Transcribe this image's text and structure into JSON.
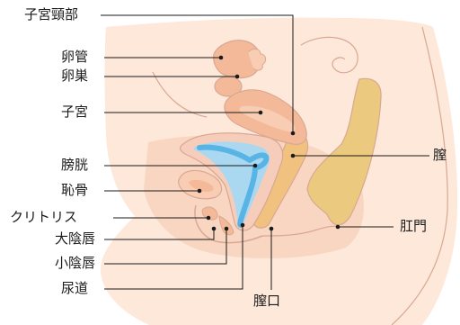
{
  "labels": {
    "cervix": "子宮頸部",
    "fallopian_tube": "卵管",
    "ovary": "卵巣",
    "uterus": "子宮",
    "bladder": "膀胱",
    "pubic_bone": "恥骨",
    "clitoris": "クリトリス",
    "labia_majora": "大陰唇",
    "labia_minora": "小陰唇",
    "urethra": "尿道",
    "vaginal_opening": "膣口",
    "vagina": "膣",
    "anus": "肛門"
  },
  "colors": {
    "skin": "#fde8da",
    "skin_deep": "#f9d6c2",
    "outline": "#d9a892",
    "uterus": "#f4b999",
    "uterus_inner": "#f8cdb3",
    "bladder_wall": "#f6cdbb",
    "bladder_lumen": "#a9d8f0",
    "bladder_channel": "#58b4e4",
    "vagina": "#f1c27f",
    "rectum": "#ebc97f",
    "leader_line": "#1a1a1a"
  }
}
